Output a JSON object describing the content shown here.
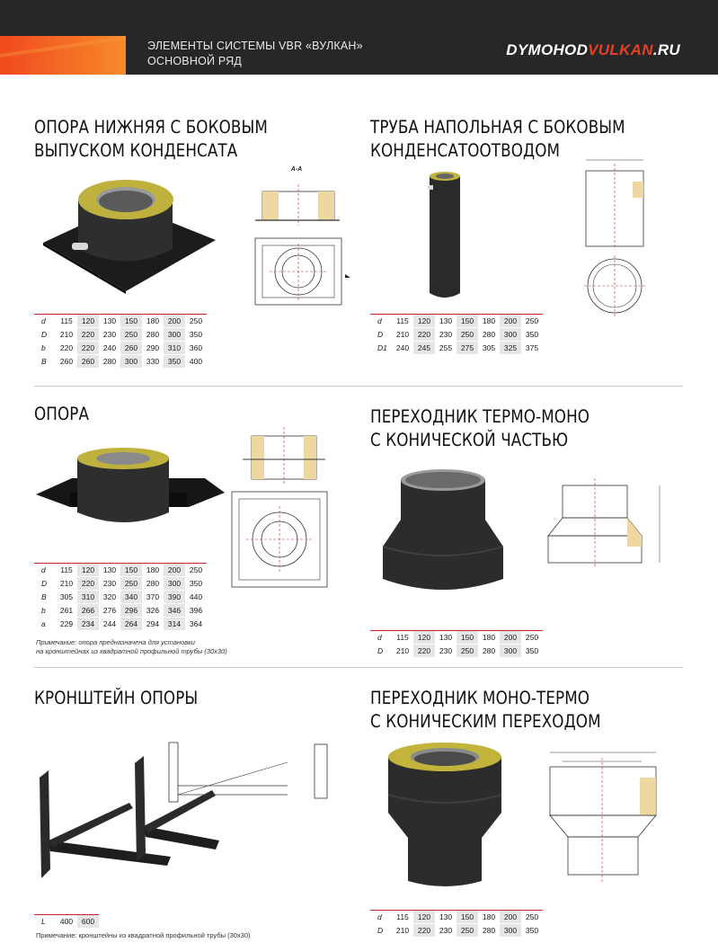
{
  "header": {
    "line1": "ЭЛЕМЕНТЫ СИСТЕМЫ VBR «ВУЛКАН»",
    "line2": "ОСНОВНОЙ РЯД",
    "brand_white_1": "DYMOHOD",
    "brand_red": "VULKAN",
    "brand_white_2": ".RU",
    "accent_color": "#e8401f"
  },
  "sections": {
    "s1": {
      "title_1": "ОПОРА НИЖНЯЯ С БОКОВЫМ",
      "title_2": "ВЫПУСКОМ КОНДЕНСАТА",
      "section_label": "А-А",
      "rows": [
        {
          "label": "d",
          "values": [
            "115",
            "120",
            "130",
            "150",
            "180",
            "200",
            "250"
          ]
        },
        {
          "label": "D",
          "values": [
            "210",
            "220",
            "230",
            "250",
            "280",
            "300",
            "350"
          ]
        },
        {
          "label": "b",
          "values": [
            "220",
            "220",
            "240",
            "260",
            "290",
            "310",
            "360"
          ]
        },
        {
          "label": "B",
          "values": [
            "260",
            "260",
            "280",
            "300",
            "330",
            "350",
            "400"
          ]
        }
      ]
    },
    "s2": {
      "title_1": "ТРУБА НАПОЛЬНАЯ С БОКОВЫМ",
      "title_2": "КОНДЕНСАТООТВОДОМ",
      "rows": [
        {
          "label": "d",
          "values": [
            "115",
            "120",
            "130",
            "150",
            "180",
            "200",
            "250"
          ]
        },
        {
          "label": "D",
          "values": [
            "210",
            "220",
            "230",
            "250",
            "280",
            "300",
            "350"
          ]
        },
        {
          "label": "D1",
          "values": [
            "240",
            "245",
            "255",
            "275",
            "305",
            "325",
            "375"
          ]
        }
      ]
    },
    "s3": {
      "title_1": "ОПОРА",
      "rows": [
        {
          "label": "d",
          "values": [
            "115",
            "120",
            "130",
            "150",
            "180",
            "200",
            "250"
          ]
        },
        {
          "label": "D",
          "values": [
            "210",
            "220",
            "230",
            "250",
            "280",
            "300",
            "350"
          ]
        },
        {
          "label": "B",
          "values": [
            "305",
            "310",
            "320",
            "340",
            "370",
            "390",
            "440"
          ]
        },
        {
          "label": "b",
          "values": [
            "261",
            "266",
            "276",
            "296",
            "326",
            "346",
            "396"
          ]
        },
        {
          "label": "a",
          "values": [
            "229",
            "234",
            "244",
            "264",
            "294",
            "314",
            "364"
          ]
        }
      ],
      "note_1": "Примечание: опора предназначена для установки",
      "note_2": "на кронштейнах из квадратной профильной трубы (30х30)"
    },
    "s4": {
      "title_1": "ПЕРЕХОДНИК ТЕРМО-МОНО",
      "title_2": "С КОНИЧЕСКОЙ ЧАСТЬЮ",
      "rows": [
        {
          "label": "d",
          "values": [
            "115",
            "120",
            "130",
            "150",
            "180",
            "200",
            "250"
          ]
        },
        {
          "label": "D",
          "values": [
            "210",
            "220",
            "230",
            "250",
            "280",
            "300",
            "350"
          ]
        }
      ]
    },
    "s5": {
      "title_1": "КРОНШТЕЙН ОПОРЫ",
      "rows": [
        {
          "label": "L",
          "values": [
            "400",
            "600"
          ]
        }
      ],
      "note_1": "Примечание: кронштейны из квадратной профильной трубы (30х30)"
    },
    "s6": {
      "title_1": "ПЕРЕХОДНИК МОНО-ТЕРМО",
      "title_2": "С КОНИЧЕСКИМ ПЕРЕХОДОМ",
      "rows": [
        {
          "label": "d",
          "values": [
            "115",
            "120",
            "130",
            "150",
            "180",
            "200",
            "250"
          ]
        },
        {
          "label": "D",
          "values": [
            "210",
            "220",
            "230",
            "250",
            "280",
            "300",
            "350"
          ]
        }
      ]
    }
  }
}
